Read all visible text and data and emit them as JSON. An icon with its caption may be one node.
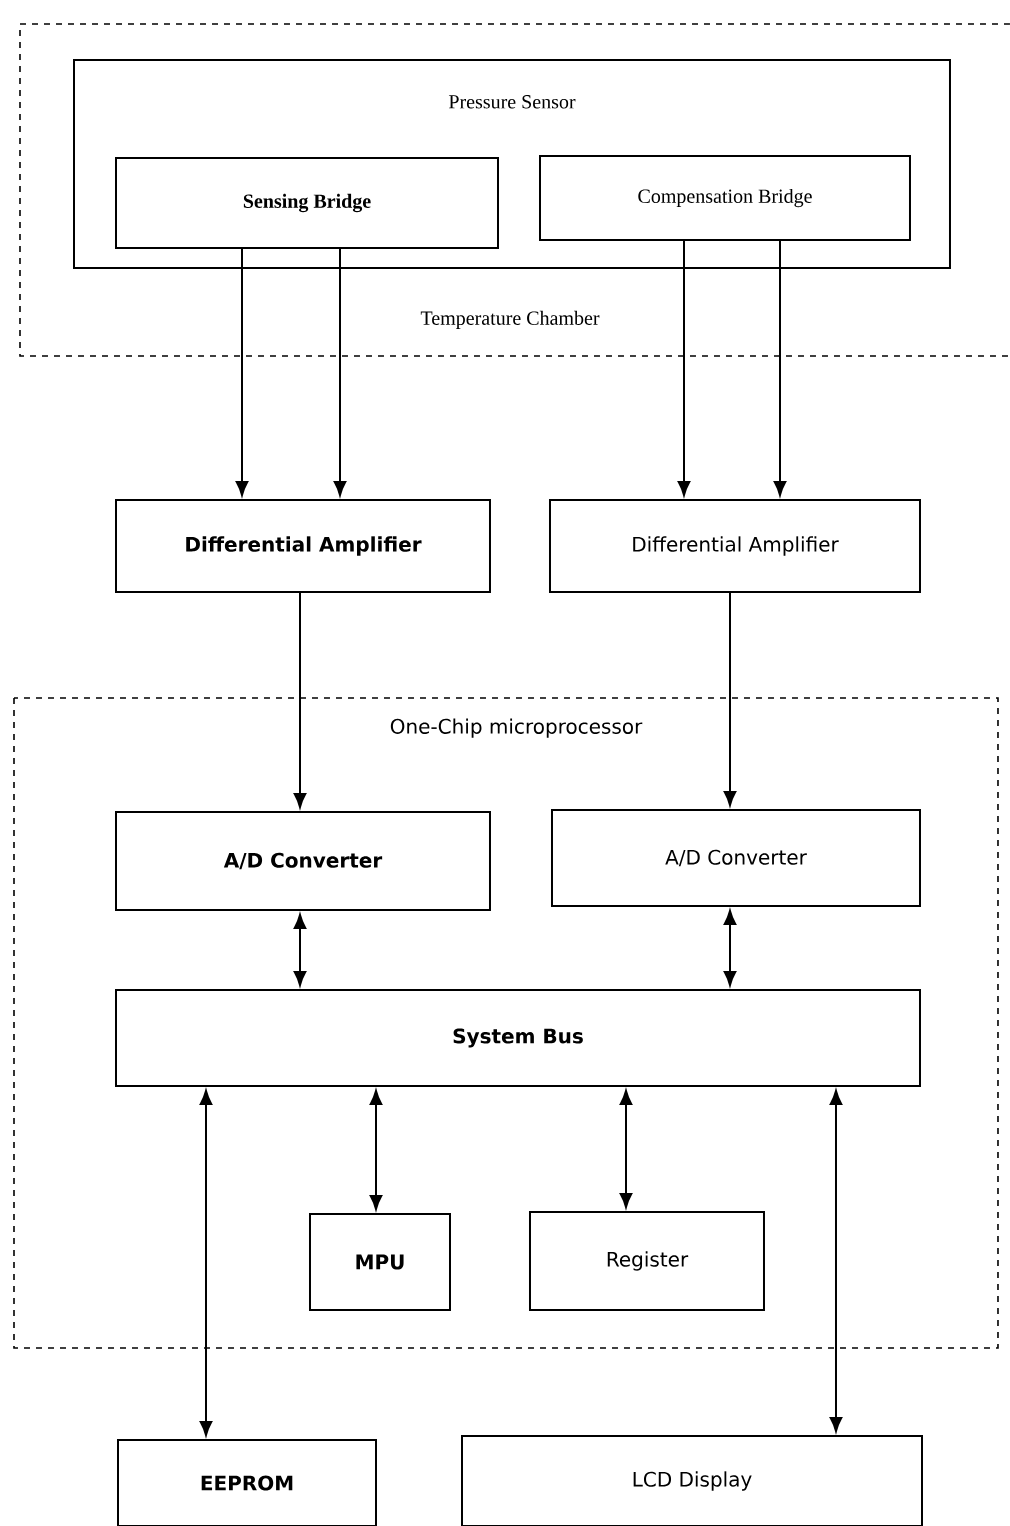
{
  "diagram": {
    "nodes": [
      {
        "text": [
          "Temperature Chamber"
        ]
      },
      {
        "text": [
          "Pressure Sensor"
        ],
        "in": 0
      },
      {
        "text": [
          "Sensing Bridge"
        ],
        "in": 1
      },
      {
        "text": [
          "Compensation Bridge"
        ],
        "in": 1
      },
      {
        "text": [
          "Differential Amplifier"
        ]
      },
      {
        "text": [
          "Differential Amplifier"
        ]
      },
      {
        "text": [
          "One-Chip microprocessor"
        ]
      },
      {
        "text": [
          "A/D Converter"
        ],
        "in": 6
      },
      {
        "text": [
          "A/D Converter"
        ],
        "in": 6
      },
      {
        "text": [
          "System Bus"
        ],
        "in": 6
      },
      {
        "text": [
          "MPU"
        ],
        "in": 6
      },
      {
        "text": [
          "Register"
        ],
        "in": 6
      },
      {
        "text": [
          "EEPROM"
        ]
      },
      {
        "text": [
          "LCD Display"
        ]
      }
    ],
    "edges": [
      {
        "from": 2,
        "to": 4,
        "arrow": "to"
      },
      {
        "from": 2,
        "to": 4,
        "arrow": "to"
      },
      {
        "from": 3,
        "to": 5,
        "arrow": "to"
      },
      {
        "from": 3,
        "to": 5,
        "arrow": "to"
      },
      {
        "from": 4,
        "to": 7,
        "arrow": "to"
      },
      {
        "from": 5,
        "to": 8,
        "arrow": "to"
      },
      {
        "from": 7,
        "to": 9,
        "arrow": "both"
      },
      {
        "from": 8,
        "to": 9,
        "arrow": "both"
      },
      {
        "from": 9,
        "to": 12,
        "arrow": "both"
      },
      {
        "from": 9,
        "to": 10,
        "arrow": "both"
      },
      {
        "from": 9,
        "to": 11,
        "arrow": "both"
      },
      {
        "from": 9,
        "to": 13,
        "arrow": "both"
      }
    ]
  }
}
